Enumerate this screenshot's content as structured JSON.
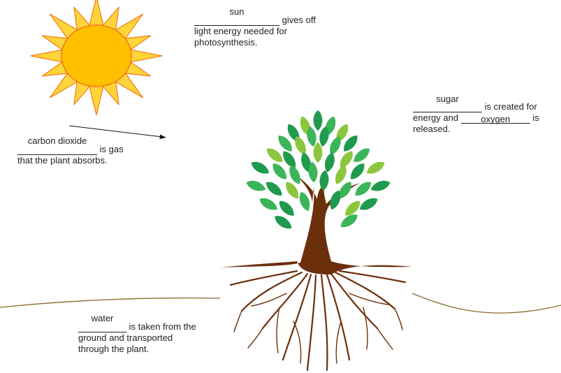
{
  "sun_label": {
    "answer": "sun",
    "after": "gives off",
    "line2": "light energy needed for",
    "line3": "photosynthesis."
  },
  "carbon_label": {
    "answer": "carbon dioxide",
    "after": "is gas",
    "line2": "that the plant absorbs."
  },
  "sugar_label": {
    "answer1": "sugar",
    "after1": "is created for",
    "line2_before": "energy and",
    "answer2": "oxygen",
    "line2_after": "is",
    "line3": "released."
  },
  "water_label": {
    "answer": "water",
    "after": "is taken from the",
    "line2": "ground and transported",
    "line3": "through the plant."
  },
  "colors": {
    "sun_fill": "#FFC000",
    "sun_rays": "#FFD53A",
    "sun_outline": "#F07A1A",
    "trunk": "#6B2F0C",
    "leaf_dark": "#1F9A4E",
    "leaf_mid": "#3CB55A",
    "leaf_light": "#8CC63F",
    "ground_line": "#8B6A2E"
  }
}
